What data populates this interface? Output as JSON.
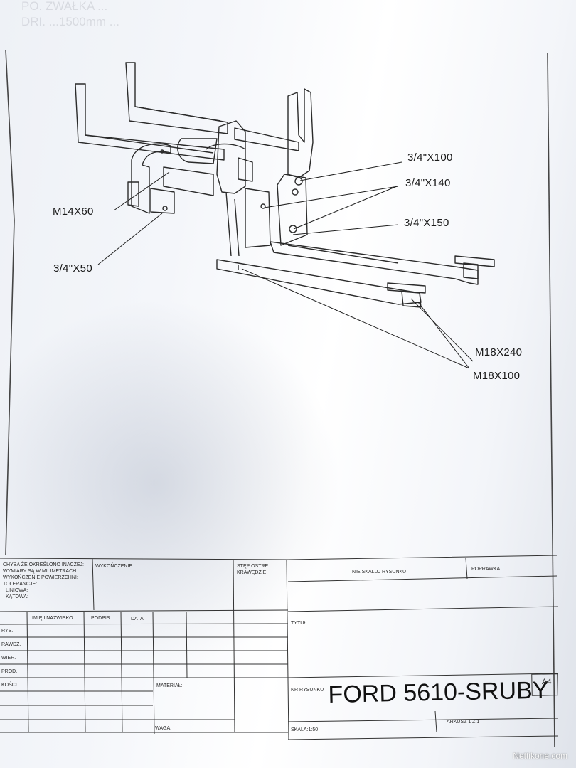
{
  "bleed_through": [
    "PO. ZWAŁKA ...",
    "DRI. ...1500mm ..."
  ],
  "callouts": {
    "m14x60": "M14X60",
    "in34x50": "3/4\"X50",
    "in34x100": "3/4\"X100",
    "in34x140": "3/4\"X140",
    "in34x150": "3/4\"X150",
    "m18x240": "M18X240",
    "m18x100": "M18X100"
  },
  "title_block": {
    "notes": [
      "CHYBA ŻE OKREŚLONO INACZEJ:",
      "WYMIARY SĄ W MILIMETRACH",
      "WYKOŃCZENIE POWIERZCHNI:",
      "TOLERANCJE:",
      "LINIOWA:",
      "KĄTOWA:"
    ],
    "finish_label": "WYKOŃCZENIE:",
    "edges_label_1": "STĘP OSTRE",
    "edges_label_2": "KRAWĘDZIE",
    "do_not_scale": "NIE SKALUJ RYSUNKU",
    "revision": "POPRAWKA",
    "columns": [
      "IMIĘ I NAZWISKO",
      "PODPIS",
      "DATA"
    ],
    "rows": [
      "RYS.",
      "RAWDZ.",
      "WIER.",
      "PROD.",
      "KOŚCI"
    ],
    "title_label": "TYTUŁ:",
    "material_label": "MATERIAŁ:",
    "drawing_no_label": "NR RYSUNKU",
    "drawing_title": "FORD 5610-SRUBY",
    "sheet_size": "A4",
    "weight_label": "WAGA:",
    "scale_label": "SKALA:1:50",
    "sheet_label": "ARKUSZ 1 Z 1"
  },
  "watermark": "Nettikone.com"
}
